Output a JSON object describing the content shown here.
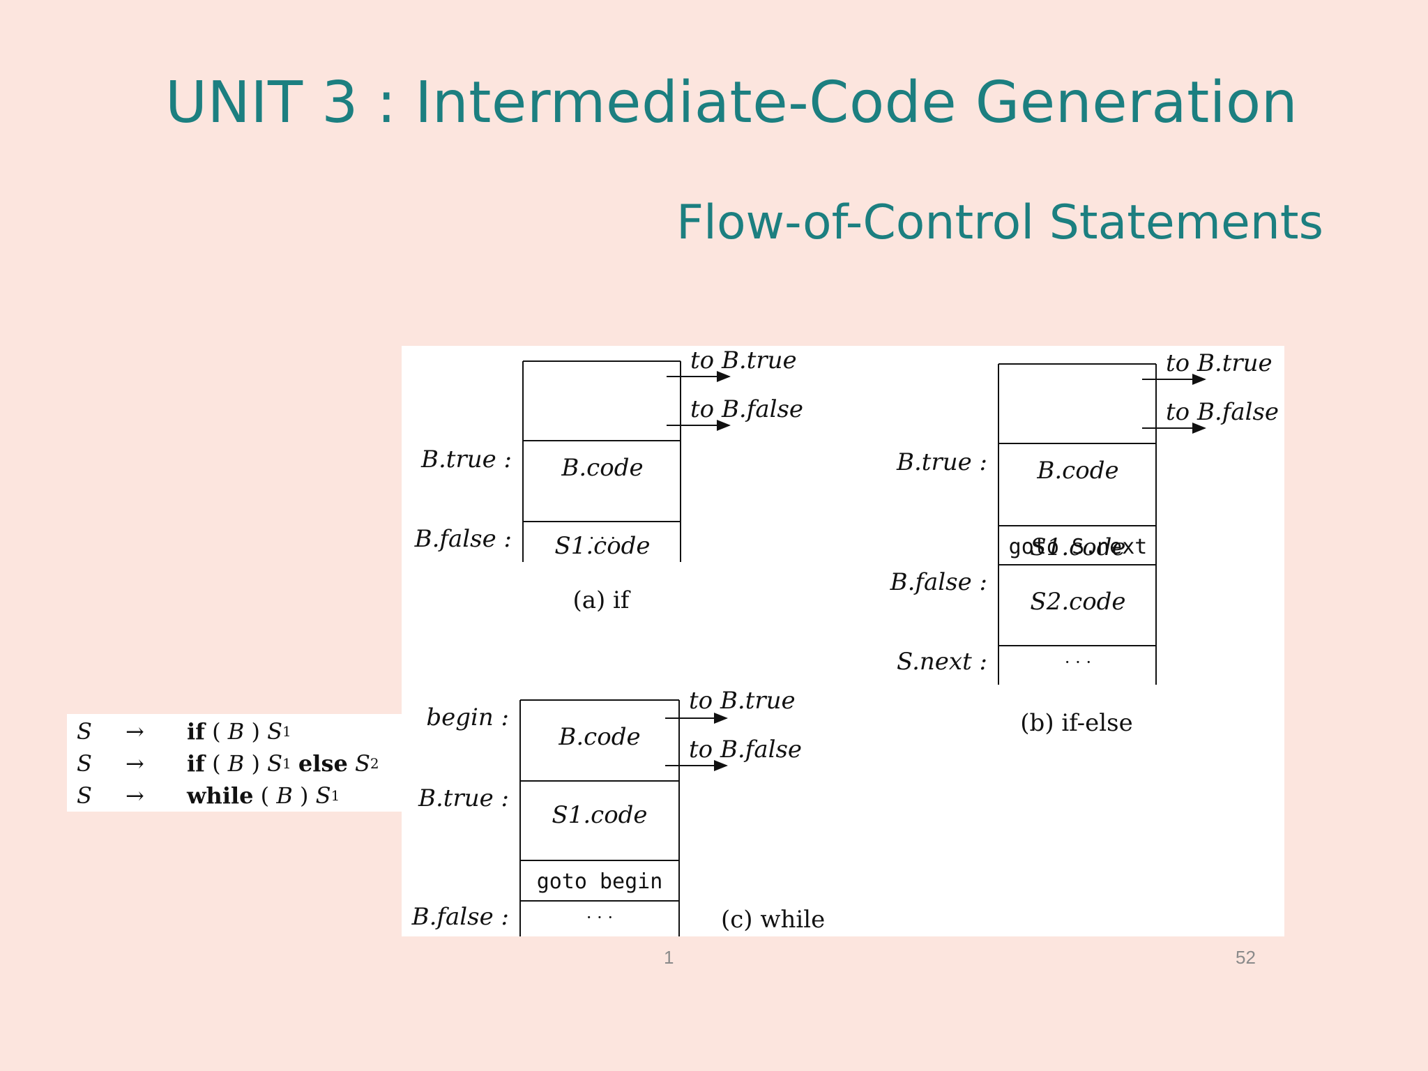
{
  "slide": {
    "title": "UNIT 3 : Intermediate-Code Generation",
    "subtitle": "Flow-of-Control Statements",
    "footer_left": "1",
    "footer_right": "52"
  },
  "grammar": {
    "rows": [
      {
        "lhs": "S",
        "arrow": "→",
        "kw1": "if",
        "open": "(",
        "cond": "B",
        "close": ")",
        "s1": "S",
        "s1_sub": "1",
        "kw2": "",
        "s2": "",
        "s2_sub": ""
      },
      {
        "lhs": "S",
        "arrow": "→",
        "kw1": "if",
        "open": "(",
        "cond": "B",
        "close": ")",
        "s1": "S",
        "s1_sub": "1",
        "kw2": "else",
        "s2": "S",
        "s2_sub": "2"
      },
      {
        "lhs": "S",
        "arrow": "→",
        "kw1": "while",
        "open": "(",
        "cond": "B",
        "close": ")",
        "s1": "S",
        "s1_sub": "1",
        "kw2": "",
        "s2": "",
        "s2_sub": ""
      }
    ]
  },
  "diagrams": {
    "if": {
      "caption": "(a) if",
      "boxes": [
        "B.code",
        "S1.code",
        "· · ·"
      ],
      "labels": [
        "B.true :",
        "B.false :"
      ],
      "arrows": [
        "to B.true",
        "to B.false"
      ]
    },
    "if_else": {
      "caption": "(b) if-else",
      "boxes": [
        "B.code",
        "S1.code",
        "goto S.next",
        "S2.code",
        "· · ·"
      ],
      "labels": [
        "B.true :",
        "B.false :",
        "S.next :"
      ],
      "arrows": [
        "to B.true",
        "to B.false"
      ]
    },
    "while": {
      "caption": "(c) while",
      "boxes": [
        "B.code",
        "S1.code",
        "goto begin",
        "· · ·"
      ],
      "labels": [
        "begin :",
        "B.true :",
        "B.false :"
      ],
      "arrows": [
        "to B.true",
        "to B.false"
      ]
    }
  }
}
